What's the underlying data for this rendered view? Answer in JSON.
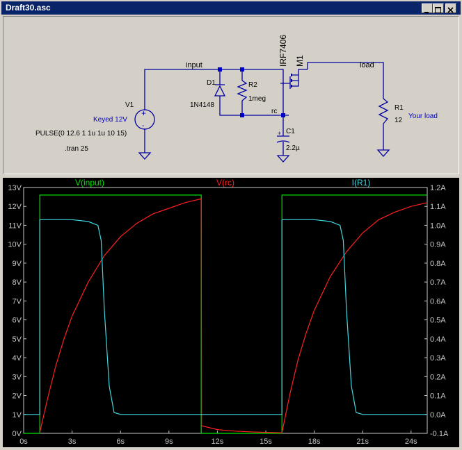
{
  "window": {
    "title": "Draft30.asc"
  },
  "colors": {
    "wire": "#0000a0",
    "junction": "#0000c8",
    "component_label": "#000000",
    "label_blue": "#0000c8",
    "plot_bg": "#000000",
    "axis": "#c8c8c8",
    "input_trace": "#00e600",
    "rc_trace": "#ff2020",
    "r1_trace": "#40d8e0"
  },
  "schematic": {
    "net_input": "input",
    "net_load": "load",
    "net_rc": "rc",
    "D1": {
      "name": "D1",
      "value": "1N4148"
    },
    "R2": {
      "name": "R2",
      "value": "1meg"
    },
    "M1": {
      "name": "M1",
      "value": "IRF7406"
    },
    "V1": {
      "name": "V1",
      "label": "Keyed 12V",
      "source": "PULSE(0 12.6 1 1u 1u 10 15)"
    },
    "directive": ".tran 25",
    "C1": {
      "name": "C1",
      "value": "2.2µ"
    },
    "R1": {
      "name": "R1",
      "value": "12",
      "label": "Your load"
    }
  },
  "chart_data": {
    "type": "line",
    "title": "",
    "xlabel": "",
    "x_ticks": [
      "0s",
      "3s",
      "6s",
      "9s",
      "12s",
      "15s",
      "18s",
      "21s",
      "24s"
    ],
    "xlim": [
      0,
      25
    ],
    "y_left_ticks": [
      "0V",
      "1V",
      "2V",
      "3V",
      "4V",
      "5V",
      "6V",
      "7V",
      "8V",
      "9V",
      "10V",
      "11V",
      "12V",
      "13V"
    ],
    "ylim_left": [
      0,
      13
    ],
    "y_right_ticks": [
      "-0.1A",
      "0.0A",
      "0.1A",
      "0.2A",
      "0.3A",
      "0.4A",
      "0.5A",
      "0.6A",
      "0.7A",
      "0.8A",
      "0.9A",
      "1.0A",
      "1.1A",
      "1.2A"
    ],
    "ylim_right": [
      -0.1,
      1.2
    ],
    "grid": false,
    "series": [
      {
        "name": "V(input)",
        "axis": "left",
        "color": "#00e600",
        "x": [
          0,
          1,
          1,
          11,
          11,
          16,
          16,
          25
        ],
        "y": [
          0,
          0,
          12.6,
          12.6,
          0,
          0,
          12.6,
          12.6
        ]
      },
      {
        "name": "V(rc)",
        "axis": "left",
        "color": "#ff2020",
        "x": [
          1,
          1.5,
          2,
          2.5,
          3,
          4,
          5,
          6,
          7,
          8,
          9,
          10,
          11,
          11.02,
          12,
          13,
          14,
          15,
          16,
          16.5,
          17,
          17.5,
          18,
          19,
          20,
          21,
          22,
          23,
          24,
          25
        ],
        "y": [
          0.05,
          1.9,
          3.6,
          5.0,
          6.2,
          8.0,
          9.4,
          10.4,
          11.1,
          11.6,
          11.9,
          12.2,
          12.4,
          0.4,
          0.2,
          0.12,
          0.08,
          0.05,
          0.03,
          2.1,
          3.9,
          5.3,
          6.5,
          8.3,
          9.6,
          10.6,
          11.3,
          11.7,
          12.0,
          12.2
        ]
      },
      {
        "name": "I(R1)",
        "axis": "right",
        "color": "#40d8e0",
        "x": [
          0,
          1,
          1,
          3,
          4,
          4.6,
          4.8,
          5.0,
          5.3,
          5.6,
          6,
          16,
          16,
          18,
          19,
          19.6,
          19.8,
          20.0,
          20.3,
          20.6,
          21,
          25
        ],
        "y": [
          0.0,
          0.0,
          1.03,
          1.03,
          1.02,
          1.0,
          0.92,
          0.55,
          0.15,
          0.01,
          0.0,
          0.0,
          1.03,
          1.03,
          1.02,
          1.0,
          0.92,
          0.55,
          0.15,
          0.01,
          0.0,
          0.0
        ]
      }
    ]
  }
}
